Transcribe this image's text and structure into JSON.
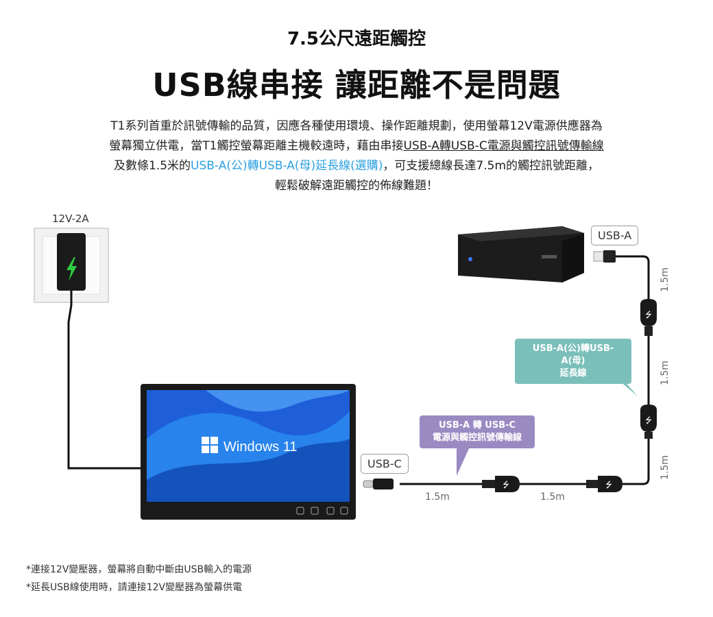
{
  "header": {
    "subtitle": "7.5公尺遠距觸控",
    "title": "USB線串接 讓距離不是問題"
  },
  "description": {
    "line1": "T1系列首重於訊號傳輸的品質，因應各種使用環境、操作距離規劃，使用螢幕12V電源供應器為",
    "line2_pre": "螢幕獨立供電，當T1觸控螢幕距離主機較遠時，藉由串接",
    "line2_link": "USB-A轉USB-C電源與觸控訊號傳輸線",
    "line3_pre": "及數條1.5米的",
    "line3_link": "USB-A(公)轉USB-A(母)延長線(選購)",
    "line3_post": "，可支援總線長達7.5m的觸控訊號距離，",
    "line4": "輕鬆破解遠距觸控的佈線難題！"
  },
  "diagram": {
    "power_label": "12V-2A",
    "usb_a_tag": "USB-A",
    "usb_c_tag": "USB-C",
    "windows_text": "Windows 11",
    "ext_bubble_line1": "USB-A(公)轉USB-A(母)",
    "ext_bubble_line2": "延長線",
    "cable_bubble_line1": "USB-A 轉 USB-C",
    "cable_bubble_line2": "電源與觸控訊號傳輸線",
    "len_v1": "1.5m",
    "len_v2": "1.5m",
    "len_v3": "1.5m",
    "len_h1": "1.5m",
    "len_h2": "1.5m",
    "colors": {
      "teal": "#7bbfba",
      "purple": "#9a8ac2",
      "link_blue": "#2aa0e0",
      "charge_green": "#2ecc40"
    }
  },
  "notes": {
    "note1": "*連接12V變壓器，螢幕將自動中斷由USB輸入的電源",
    "note2": "*延長USB線使用時，請連接12V變壓器為螢幕供電"
  }
}
